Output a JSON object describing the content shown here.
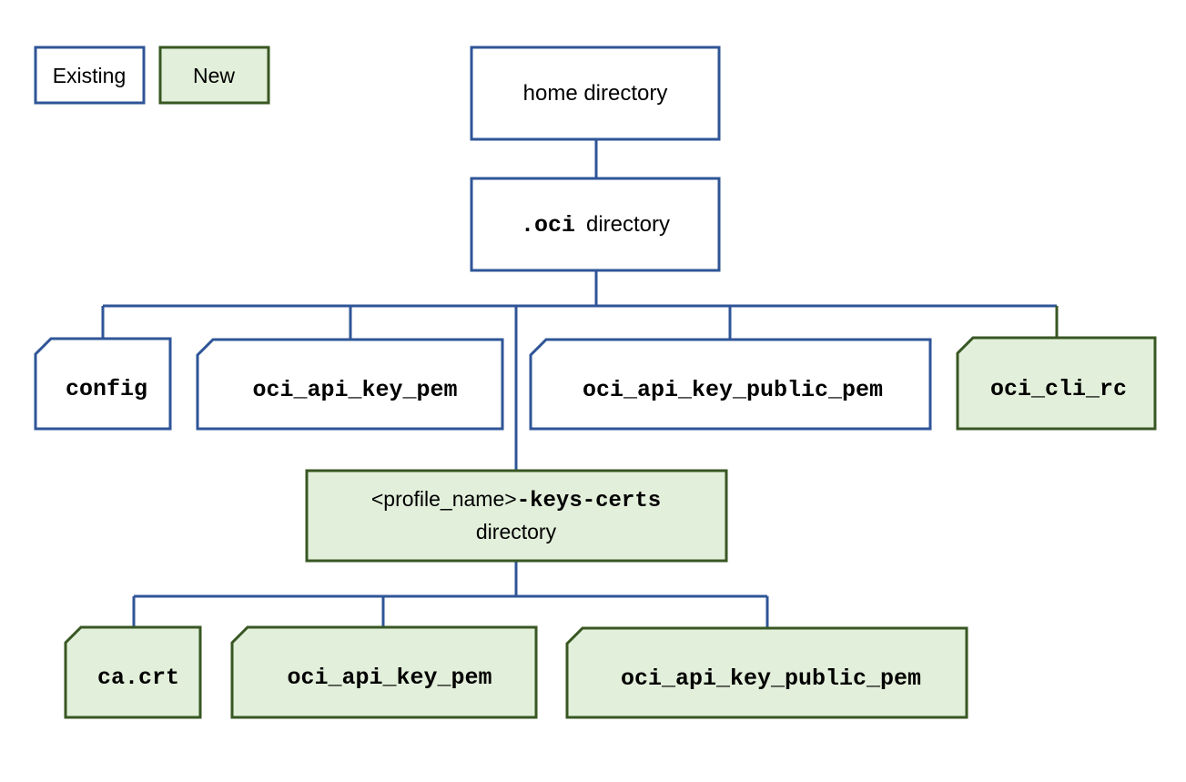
{
  "legend": {
    "existing_label": "Existing",
    "new_label": "New"
  },
  "nodes": {
    "home": {
      "label": "home directory"
    },
    "oci_dir": {
      "code": ".oci",
      "label": "directory"
    },
    "config": {
      "code": "config"
    },
    "api_key_pem": {
      "code": "oci_api_key_pem"
    },
    "api_key_public_pem": {
      "code": "oci_api_key_public_pem"
    },
    "cli_rc": {
      "code": "oci_cli_rc"
    },
    "keys_certs_dir": {
      "prefix": "<profile_name>",
      "code": "-keys-certs",
      "label": "directory"
    },
    "ca_crt": {
      "code": "ca.crt"
    },
    "kc_api_key_pem": {
      "code": "oci_api_key_pem"
    },
    "kc_api_key_public_pem": {
      "code": "oci_api_key_public_pem"
    }
  },
  "colors": {
    "existing_stroke": "#2f5597",
    "existing_fill": "#ffffff",
    "new_stroke": "#385723",
    "new_fill": "#e2efda",
    "connector": "#2f5597",
    "text": "#000000"
  }
}
